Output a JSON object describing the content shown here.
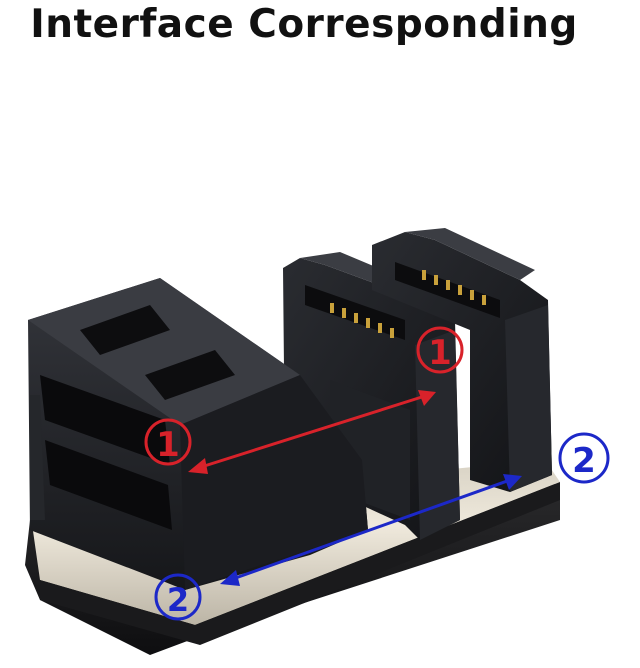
{
  "title": "Interface Corresponding",
  "markers": {
    "red_left": "1",
    "red_right": "1",
    "blue_left": "2",
    "blue_right": "2"
  },
  "colors": {
    "red": "#d8222a",
    "blue": "#1c28c8",
    "connector": "#1b1c20",
    "pcb": "#3a3a3a",
    "pins": "#c9a13b"
  }
}
